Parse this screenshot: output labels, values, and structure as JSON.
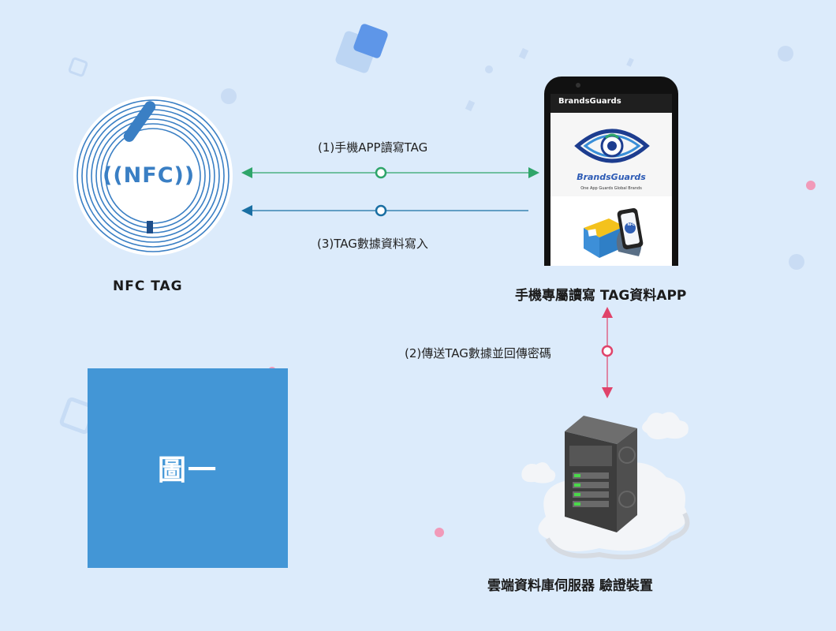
{
  "nfc_tag": {
    "logo_text": "((NFC))",
    "caption": "NFC TAG"
  },
  "phone": {
    "app_bar_title": "BrandsGuards",
    "brand_name": "BrandsGuards",
    "brand_tagline": "One App Guards Global Brands",
    "badge_text": "NFC",
    "caption": "手機專屬讀寫 TAG資料APP"
  },
  "server": {
    "caption": "雲端資料庫伺服器 驗證裝置"
  },
  "flows": {
    "step1": "(1)手機APP讀寫TAG",
    "step2": "(2)傳送TAG數據並回傳密碼",
    "step3": "(3)TAG數據資料寫入"
  },
  "figure_box": {
    "label": "圖一"
  },
  "colors": {
    "background": "#dcebfb",
    "arrow_green": "#2fa56a",
    "arrow_blue": "#1a6fa3",
    "arrow_pink": "#e0436a",
    "nfc_blue": "#3a7fc4",
    "box_blue": "#4396d6"
  }
}
